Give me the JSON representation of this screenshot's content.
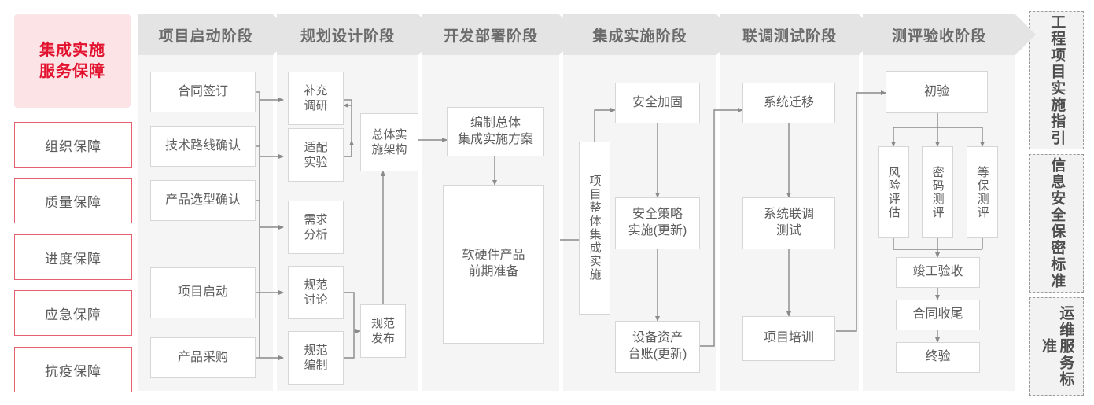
{
  "guarantee_panel": {
    "title": "集成实施\n服务保障",
    "title_line1": "集成实施",
    "title_line2": "服务保障",
    "accent_color": "#e2122e",
    "background_color": "#fbe3e6",
    "border_color": "#e8606f",
    "items": [
      {
        "label": "组织保障"
      },
      {
        "label": "质量保障"
      },
      {
        "label": "进度保障"
      },
      {
        "label": "应急保障"
      },
      {
        "label": "抗疫保障"
      }
    ]
  },
  "phases": [
    {
      "key": "startup",
      "header": "项目启动阶段"
    },
    {
      "key": "planning",
      "header": "规划设计阶段"
    },
    {
      "key": "deploy",
      "header": "开发部署阶段"
    },
    {
      "key": "integrate",
      "header": "集成实施阶段"
    },
    {
      "key": "jointtest",
      "header": "联调测试阶段"
    },
    {
      "key": "acceptance",
      "header": "测评验收阶段"
    }
  ],
  "nodes": {
    "contract_signing": "合同签订",
    "tech_route_confirm": "技术路线确认",
    "product_model_confirm": "产品选型确认",
    "project_kickoff": "项目启动",
    "product_purchase": "产品采购",
    "supplement_research": "补充\n调研",
    "adapt_experiment": "适配\n实验",
    "demand_analysis": "需求\n分析",
    "spec_discussion": "规范\n讨论",
    "spec_drafting": "规范\n编制",
    "overall_arch": "总体实\n施架构",
    "spec_release": "规范\n发布",
    "compile_plan": "编制总体\n集成实施方案",
    "hw_sw_prep": "软硬件产品\n前期准备",
    "overall_integration": "项目整体集成实施",
    "security_harden": "安全加固",
    "security_policy": "安全策略\n实施(更新)",
    "asset_ledger": "设备资产\n台账(更新)",
    "system_migration": "系统迁移",
    "joint_debug_test": "系统联调\n测试",
    "project_training": "项目培训",
    "initial_acceptance": "初验",
    "risk_assessment": "风险评估",
    "crypto_evaluation": "密码测评",
    "mlps_evaluation": "等保测评",
    "completion_acceptance": "竣工验收",
    "contract_closeout": "合同收尾",
    "final_acceptance": "终验"
  },
  "standards_rail": [
    {
      "key": "engineering-guide",
      "label": "工程项目实施指引"
    },
    {
      "key": "infosec-standard",
      "label": "信息安全保密标准"
    },
    {
      "key": "ops-service-standard",
      "label": "运维服务标准"
    }
  ],
  "colors": {
    "column_bg": "#f5f5f5",
    "header_bg": "#e4e4e4",
    "node_border": "#d6d6d6",
    "wire": "#8a8a8a",
    "text": "#5e5e5e",
    "header_text": "#6b6b6b"
  }
}
